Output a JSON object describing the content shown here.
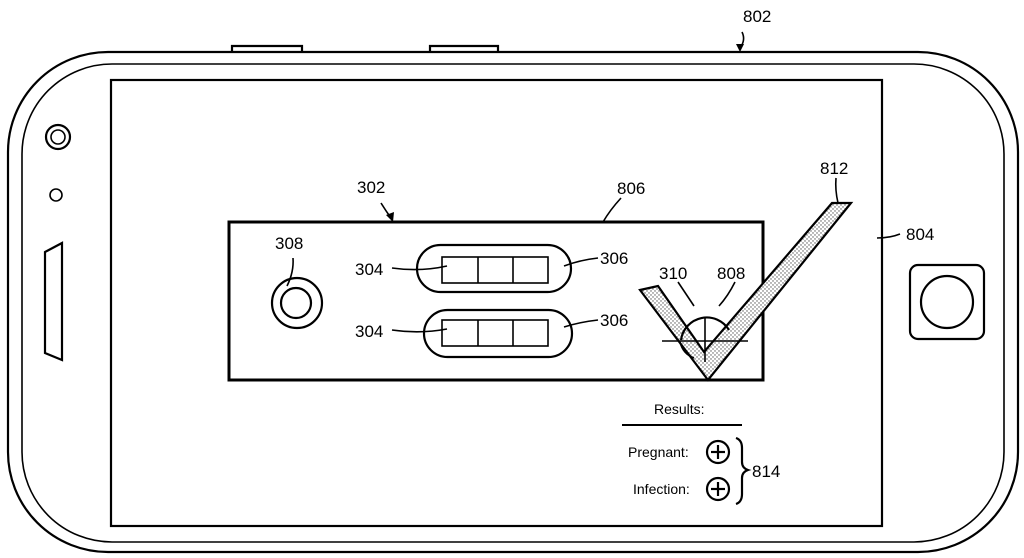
{
  "labels": {
    "device": "802",
    "screen": "804",
    "test_strip": "302",
    "strip_outline": "806",
    "sample_well": "308",
    "window_top": "304",
    "window_bottom": "304",
    "capsule_top": "306",
    "capsule_bottom": "306",
    "target_circle": "310",
    "crosshair": "808",
    "checkmark": "812",
    "results_group": "814"
  },
  "results": {
    "heading": "Results:",
    "items": [
      {
        "label": "Pregnant:",
        "symbol": "plus-circle"
      },
      {
        "label": "Infection:",
        "symbol": "plus-circle"
      }
    ]
  },
  "icons": [
    "camera-icon",
    "sensor-icon",
    "speaker-icon",
    "home-button-icon",
    "plus-circle-icon"
  ]
}
